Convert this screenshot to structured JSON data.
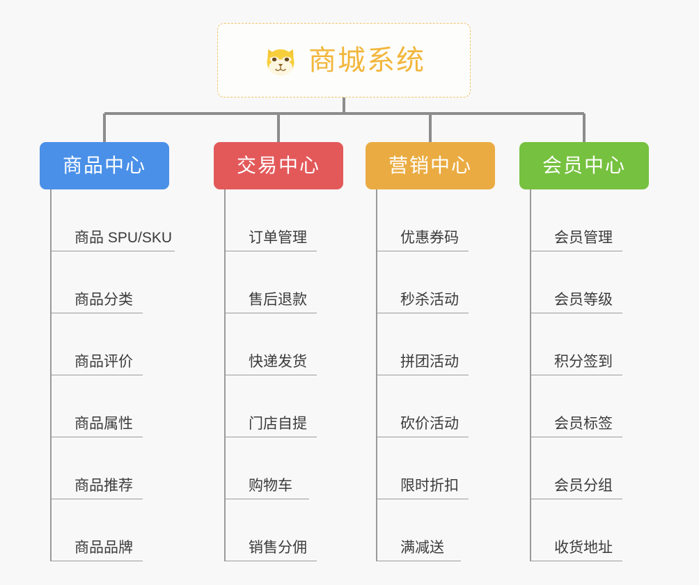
{
  "page": {
    "background_color": "#f8f8f8",
    "type": "organization-chart"
  },
  "root": {
    "title": "商城系统",
    "icon": "shiba-dog-face-icon",
    "text_color": "#f2b63c",
    "border_color": "#f0c369",
    "background_color": "#fdfdfb"
  },
  "connector": {
    "color": "#8c8c8c",
    "root_stem_color": "#f3c87d"
  },
  "branches": [
    {
      "label": "商品中心",
      "color": "#4a90e8",
      "items": [
        "商品 SPU/SKU",
        "商品分类",
        "商品评价",
        "商品属性",
        "商品推荐",
        "商品品牌"
      ]
    },
    {
      "label": "交易中心",
      "color": "#e3595a",
      "items": [
        "订单管理",
        "售后退款",
        "快递发货",
        "门店自提",
        "购物车",
        "销售分佣"
      ]
    },
    {
      "label": "营销中心",
      "color": "#eaac42",
      "items": [
        "优惠券码",
        "秒杀活动",
        "拼团活动",
        "砍价活动",
        "限时折扣",
        "满减送"
      ]
    },
    {
      "label": "会员中心",
      "color": "#76c13f",
      "items": [
        "会员管理",
        "会员等级",
        "积分签到",
        "会员标签",
        "会员分组",
        "收货地址"
      ]
    }
  ]
}
